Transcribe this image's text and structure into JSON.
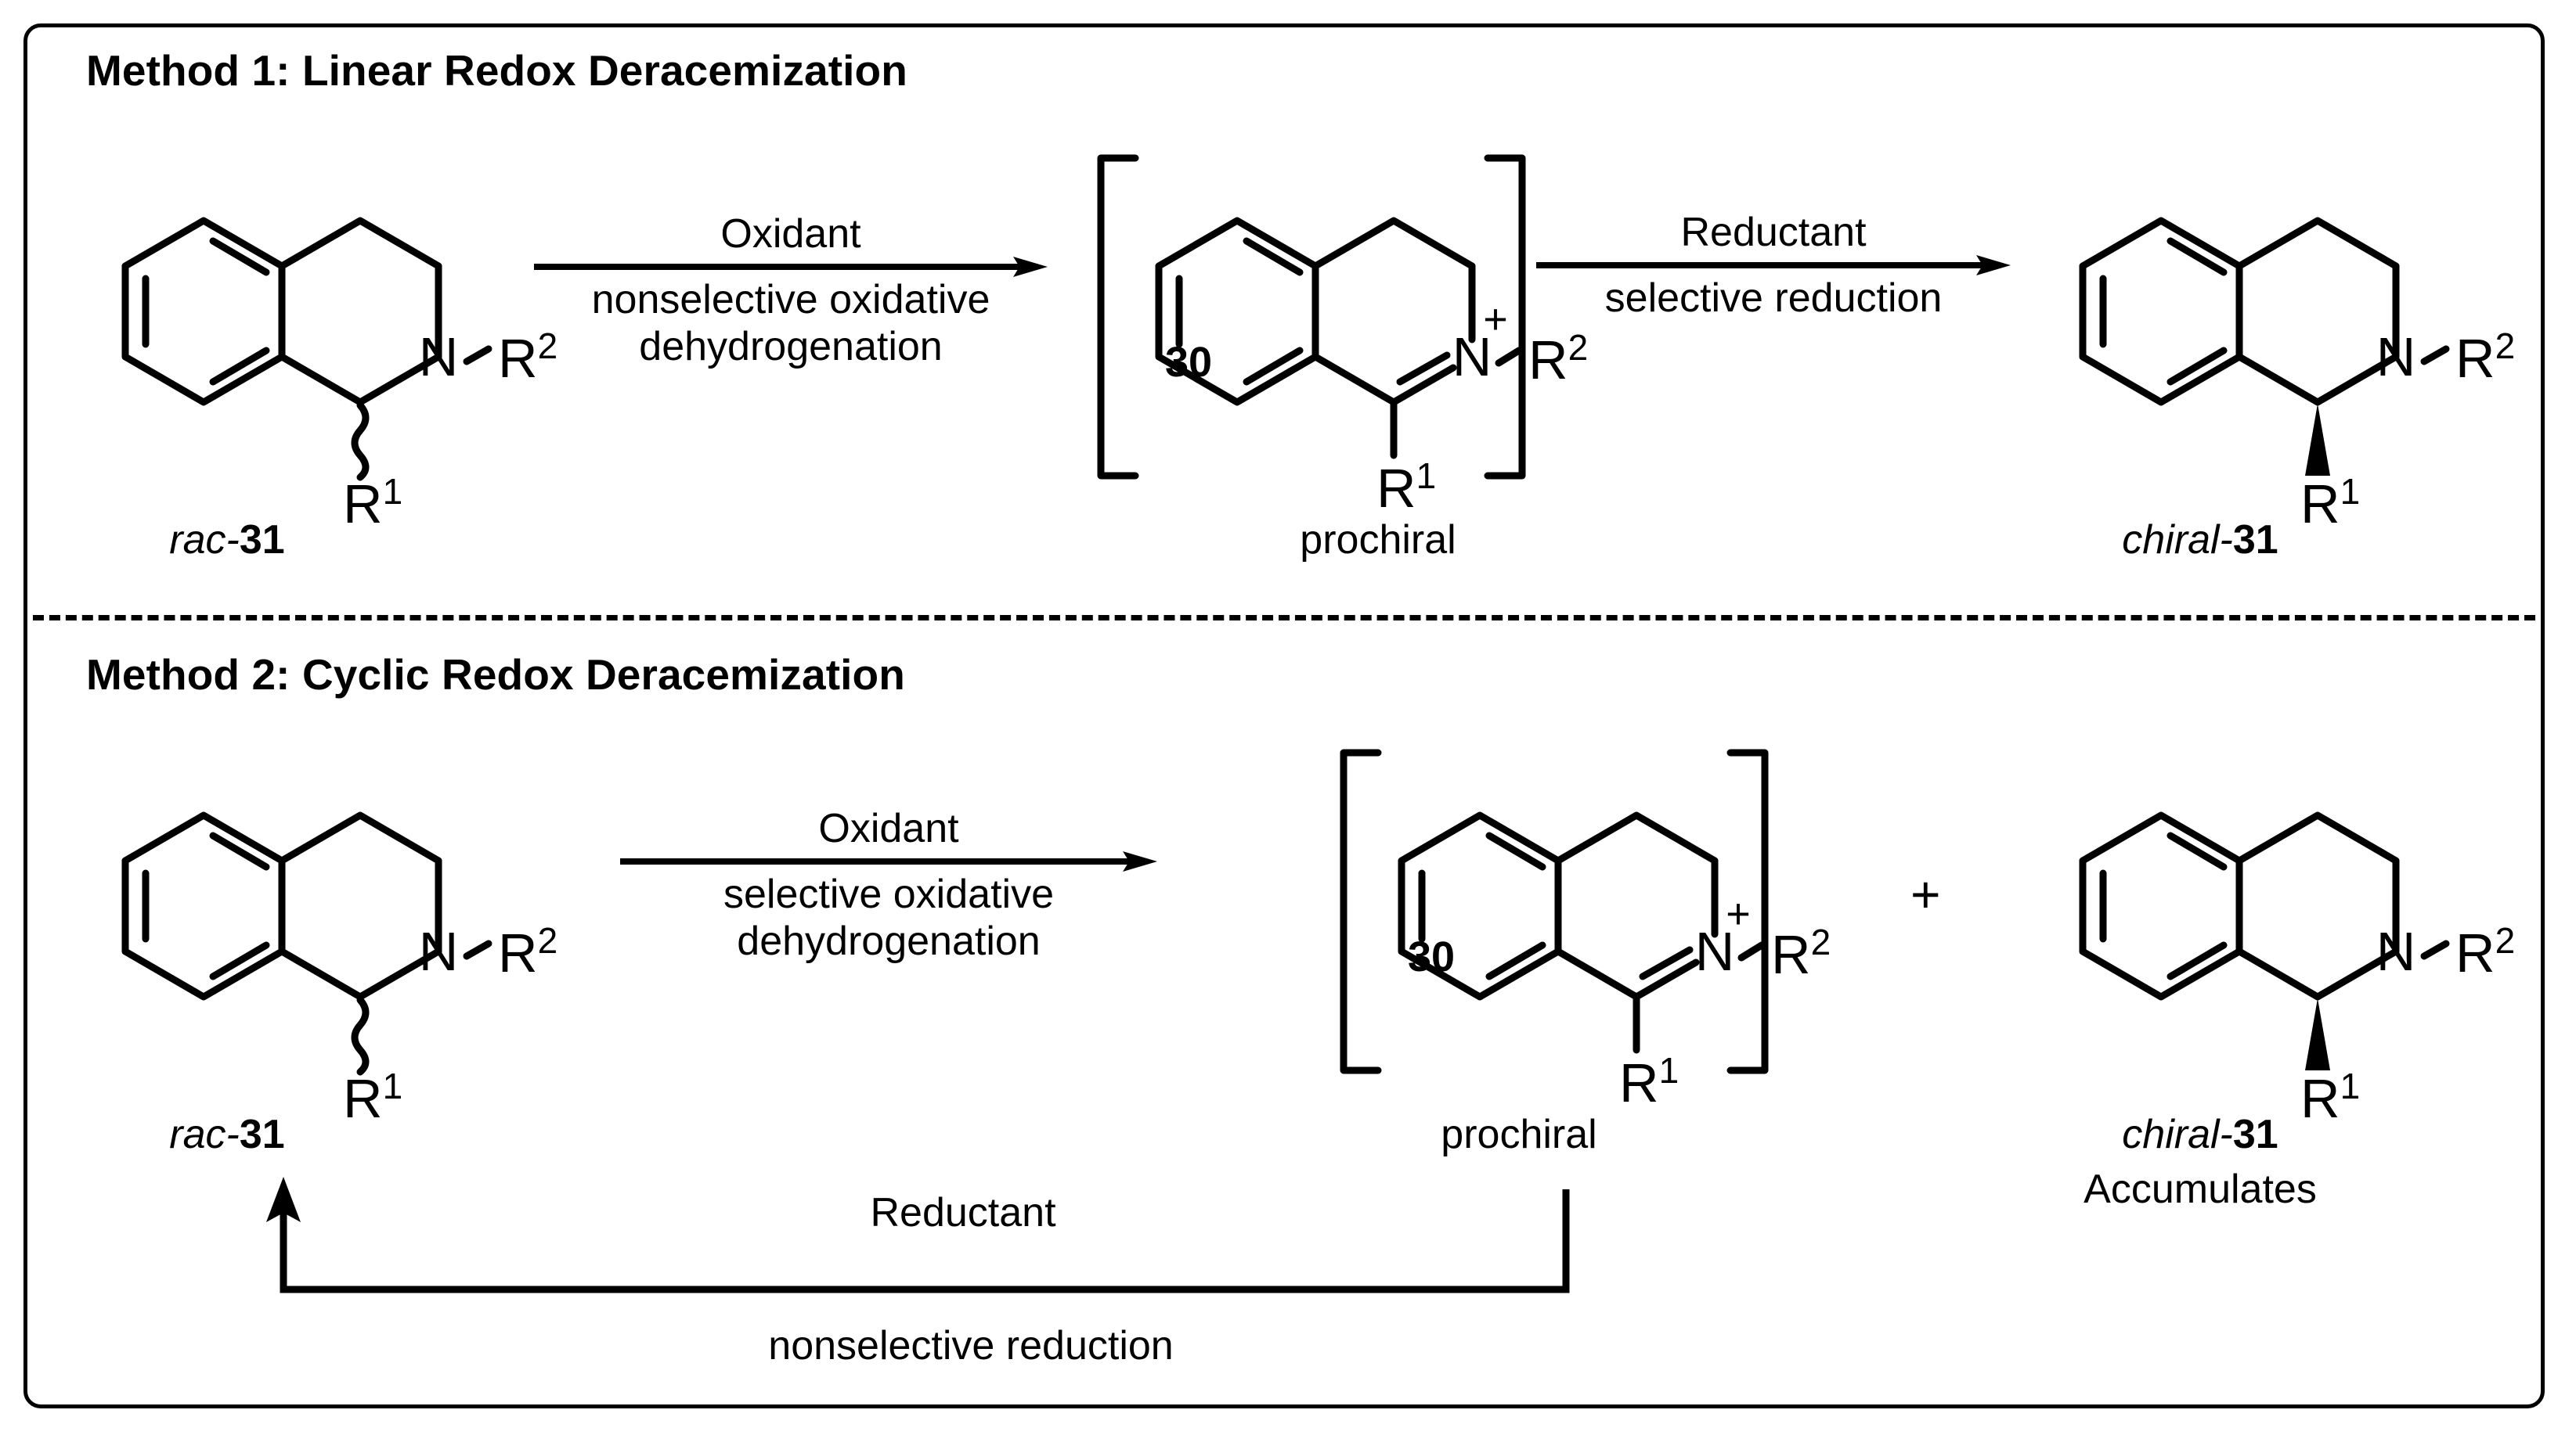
{
  "figure": {
    "type": "reaction-scheme",
    "title_absent": true,
    "frame": {
      "border_color": "#000000",
      "background": "#ffffff"
    },
    "divider_style": "dashed"
  },
  "methods": [
    {
      "id": "method1",
      "title": "Method 1: Linear Redox Deracemization",
      "species": [
        {
          "role": "starting-material",
          "name": "rac-31",
          "label_italic": "rac-",
          "label_bold": "31",
          "skeleton": "1,2,3,4-tetrahydroisoquinoline",
          "substituents": {
            "N": "R2",
            "C1": "R1"
          },
          "stereo_bond": "wavy",
          "bracketed": false
        },
        {
          "role": "intermediate",
          "name": "prochiral",
          "compound_number": "30",
          "skeleton": "3,4-dihydroisoquinolinium",
          "substituents": {
            "N": "R2",
            "C1": "R1"
          },
          "charge": "+",
          "charge_atom": "N",
          "bond_C1_N": "double",
          "bracketed": true
        },
        {
          "role": "product",
          "name": "chiral-31",
          "label_italic": "chiral-",
          "label_bold": "31",
          "skeleton": "1,2,3,4-tetrahydroisoquinoline",
          "substituents": {
            "N": "R2",
            "C1": "R1"
          },
          "stereo_bond": "wedge",
          "bracketed": false
        }
      ],
      "arrows": [
        {
          "direction": "right",
          "above": "Oxidant",
          "below_line1": "nonselective oxidative",
          "below_line2": "dehydrogenation"
        },
        {
          "direction": "right",
          "above": "Reductant",
          "below_line1": "selective reduction",
          "below_line2": ""
        }
      ]
    },
    {
      "id": "method2",
      "title": "Method 2: Cyclic Redox Deracemization",
      "species": [
        {
          "role": "starting-material",
          "name": "rac-31",
          "label_italic": "rac-",
          "label_bold": "31",
          "skeleton": "1,2,3,4-tetrahydroisoquinoline",
          "substituents": {
            "N": "R2",
            "C1": "R1"
          },
          "stereo_bond": "wavy",
          "bracketed": false
        },
        {
          "role": "intermediate",
          "name": "prochiral",
          "compound_number": "30",
          "skeleton": "3,4-dihydroisoquinolinium",
          "substituents": {
            "N": "R2",
            "C1": "R1"
          },
          "charge": "+",
          "charge_atom": "N",
          "bond_C1_N": "double",
          "bracketed": true
        },
        {
          "role": "product",
          "name": "chiral-31",
          "label_italic": "chiral-",
          "label_bold": "31",
          "note": "Accumulates",
          "skeleton": "1,2,3,4-tetrahydroisoquinoline",
          "substituents": {
            "N": "R2",
            "C1": "R1"
          },
          "stereo_bond": "wedge",
          "bracketed": false
        }
      ],
      "plus": "+",
      "arrows": [
        {
          "direction": "right",
          "above": "Oxidant",
          "below_line1": "selective oxidative",
          "below_line2": "dehydrogenation"
        }
      ],
      "recycle_arrow": {
        "shape": "u-turn-leftward",
        "above": "Reductant",
        "below": "nonselective reduction",
        "head": "left-end-pointing-up"
      }
    }
  ],
  "atom_labels": {
    "nitrogen": "N",
    "r1": "R",
    "r1_sup": "1",
    "r2": "R",
    "r2_sup": "2",
    "plus_charge": "+"
  }
}
